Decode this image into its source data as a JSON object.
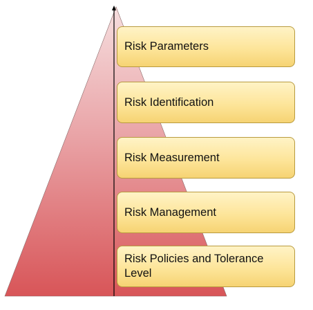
{
  "diagram": {
    "levels": [
      {
        "label": "Risk Parameters"
      },
      {
        "label": "Risk Identification"
      },
      {
        "label": "Risk Measurement"
      },
      {
        "label": "Risk Management"
      },
      {
        "label": "Risk Policies and Tolerance Level"
      }
    ],
    "colors": {
      "pyramid_top": "#f2c9cb",
      "pyramid_bottom": "#d85c5e",
      "box_fill": "#fde59a",
      "box_border": "#b89a3e",
      "axis_line": "#000000"
    }
  }
}
